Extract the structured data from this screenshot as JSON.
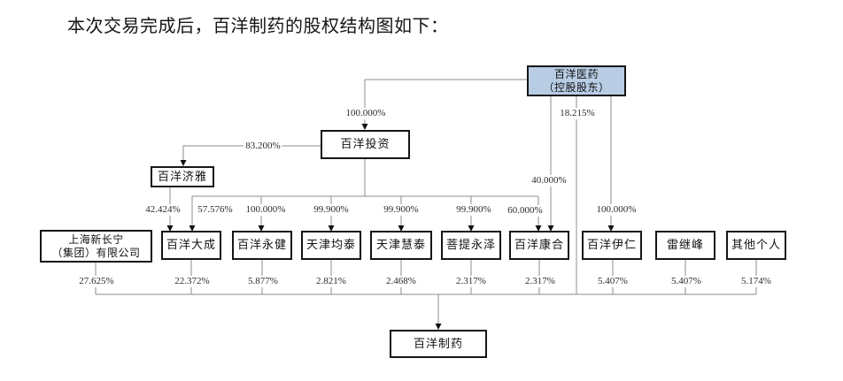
{
  "title": "本次交易完成后，百洋制药的股权结构图如下：",
  "accent_color": "#b8cce4",
  "boxes": {
    "yiyao_line1": "百洋医药",
    "yiyao_line2": "（控股股东）",
    "touzi": "百洋投资",
    "jiya": "百洋济雅",
    "xinchangning_line1": "上海新长宁",
    "xinchangning_line2": "（集团）有限公司",
    "dacheng": "百洋大成",
    "yongjian": "百洋永健",
    "juntai": "天津均泰",
    "huitai": "天津慧泰",
    "yongze": "菩提永泽",
    "kanghe": "百洋康合",
    "yiren": "百洋伊仁",
    "leijifeng": "雷继峰",
    "qitageren": "其他个人",
    "zhiyao": "百洋制药"
  },
  "percentages": {
    "yiyao_to_touzi": "100.000%",
    "yiyao_to_zhiyao": "18.215%",
    "yiyao_to_kanghe": "40.000%",
    "yiyao_to_yiren": "100.000%",
    "touzi_to_jiya": "83.200%",
    "jiya_to_dacheng": "42.424%",
    "touzi_to_dacheng": "57.576%",
    "touzi_to_yongjian": "100.000%",
    "touzi_to_juntai": "99.900%",
    "touzi_to_huitai": "99.900%",
    "touzi_to_yongze": "99.900%",
    "touzi_to_kanghe": "60.000%",
    "xinchangning_to_zhiyao": "27.625%",
    "dacheng_to_zhiyao": "22.372%",
    "yongjian_to_zhiyao": "5.877%",
    "juntai_to_zhiyao": "2.821%",
    "huitai_to_zhiyao": "2.468%",
    "yongze_to_zhiyao": "2.317%",
    "kanghe_to_zhiyao": "2.317%",
    "yiren_to_zhiyao": "5.407%",
    "leijifeng_to_zhiyao": "5.407%",
    "qitageren_to_zhiyao": "5.174%"
  }
}
